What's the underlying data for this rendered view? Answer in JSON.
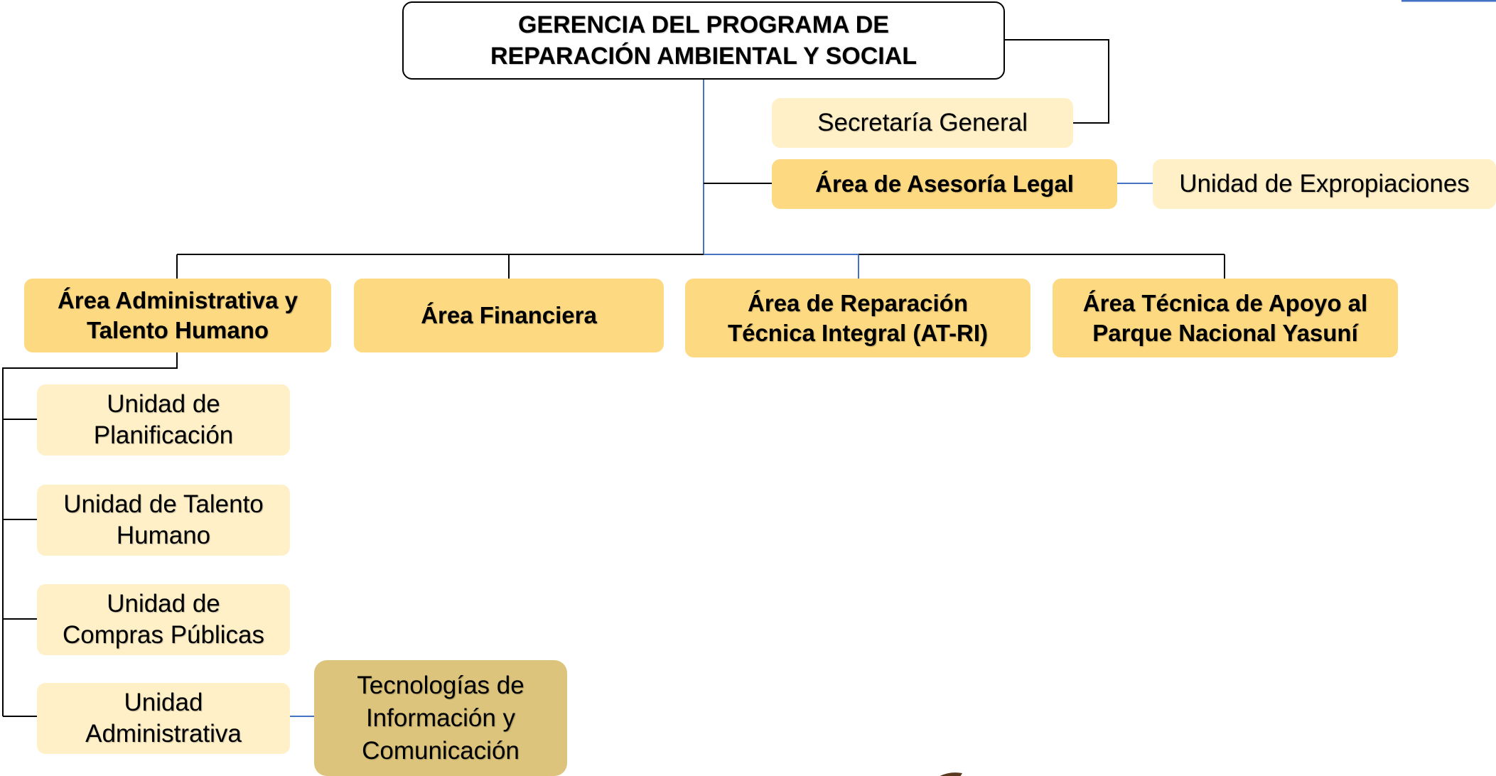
{
  "root": {
    "line1": "GERENCIA DEL PROGRAMA DE",
    "line2": "REPARACIÓN AMBIENTAL Y SOCIAL"
  },
  "staff": {
    "secretaria": "Secretaría General",
    "asesoria": "Área de Asesoría Legal",
    "expropiaciones": "Unidad de Expropiaciones"
  },
  "areas": {
    "administrativa": [
      "Área Administrativa y",
      "Talento Humano"
    ],
    "financiera": [
      "Área Financiera"
    ],
    "reparacion": [
      "Área de Reparación",
      "Técnica Integral (AT-RI)"
    ],
    "yasuni": [
      "Área Técnica de Apoyo al",
      "Parque Nacional Yasuní"
    ]
  },
  "units": {
    "planificacion": [
      "Unidad de",
      "Planificación"
    ],
    "talento": [
      "Unidad de Talento",
      "Humano"
    ],
    "compras": [
      "Unidad de",
      "Compras Públicas"
    ],
    "administrativa": [
      "Unidad",
      "Administrativa"
    ],
    "tic": [
      "Tecnologías de",
      "Información y",
      "Comunicación"
    ]
  },
  "colors": {
    "light_box": "#fff0c8",
    "area_box": "#fdd982",
    "tic_box": "#dcc47c",
    "connector": "#000000",
    "blue_connector": "#4472c4"
  }
}
